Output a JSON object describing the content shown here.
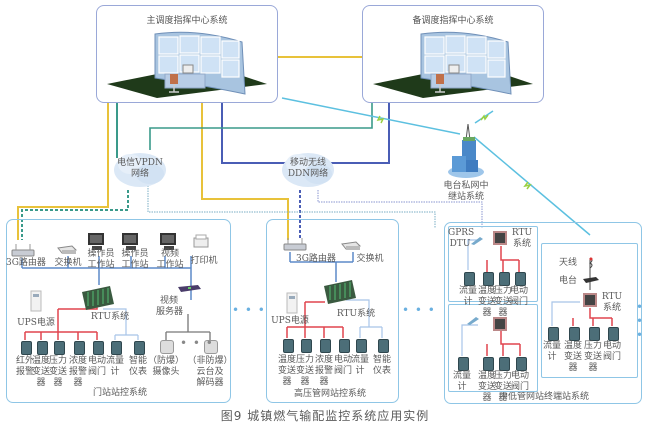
{
  "caption": "图9  城镇燃气输配监控系统应用实例",
  "centers": {
    "main": "主调度指挥中心系统",
    "backup": "备调度指挥中心系统"
  },
  "networks": {
    "vpdn": [
      "电信VPDN",
      "网络"
    ],
    "ddn": [
      "移动无线",
      "DDN网络"
    ],
    "relay": [
      "电台私网中",
      "继站系统"
    ]
  },
  "gate_station": {
    "title": "门站站控系统",
    "router": "3G路由器",
    "switch": "交换机",
    "ws1": [
      "操作员",
      "工作站"
    ],
    "ws2": [
      "操作员",
      "工作站"
    ],
    "ws3": [
      "视频",
      "工作站"
    ],
    "printer": "打印机",
    "ups": "UPS电源",
    "rtu": "RTU系统",
    "video_server": [
      "视频",
      "服务器"
    ],
    "devices": [
      [
        "红外",
        "报警"
      ],
      [
        "温度",
        "变送",
        "器"
      ],
      [
        "压力",
        "变送",
        "器"
      ],
      [
        "浓度",
        "报警",
        "器"
      ],
      [
        "电动",
        "阀门"
      ],
      [
        "流量",
        "计"
      ],
      [
        "智能",
        "仪表"
      ]
    ],
    "cameras": [
      [
        "（防爆）",
        "摄像头"
      ],
      [
        "（非防爆）",
        "云台及",
        "解码器"
      ]
    ]
  },
  "hp_station": {
    "title": "高压管网站控系统",
    "router": "3G路由器",
    "switch": "交换机",
    "ups": "UPS电源",
    "rtu": "RTU系统",
    "devices": [
      [
        "温度",
        "变送",
        "器"
      ],
      [
        "压力",
        "变送",
        "器"
      ],
      [
        "浓度",
        "报警",
        "器"
      ],
      [
        "电动",
        "阀门"
      ],
      [
        "流量",
        "计"
      ],
      [
        "智能",
        "仪表"
      ]
    ]
  },
  "terminal": {
    "title": "中低管网站终端站系统",
    "gprs": [
      "GPRS",
      "DTU"
    ],
    "rtu": [
      "RTU",
      "系统"
    ],
    "devices_a": [
      [
        "流量",
        "计"
      ],
      [
        "温度",
        "变送",
        "器"
      ],
      [
        "压力",
        "变送",
        "器"
      ],
      [
        "电动",
        "阀门"
      ]
    ],
    "devices_b": [
      [
        "流量",
        "计"
      ],
      [
        "温度",
        "变送",
        "器"
      ],
      [
        "压力",
        "变送",
        "器"
      ],
      [
        "电动",
        "阀门"
      ]
    ],
    "radio_unit": {
      "antenna": "天线",
      "radio": "电台",
      "rtu": [
        "RTU",
        "系统"
      ],
      "devices": [
        [
          "流量",
          "计"
        ],
        [
          "温度",
          "变送",
          "器"
        ],
        [
          "压力",
          "变送",
          "器"
        ],
        [
          "电动",
          "阀门"
        ]
      ]
    }
  },
  "ellipsis": "• • •",
  "colors": {
    "yellow_link": "#e8c23a",
    "blue_link": "#4a5db5",
    "teal_link": "#3a9a8a",
    "wireless": "#5cc0e0",
    "red_bus": "#e0454f",
    "lan_bus": "#5d8ac8",
    "box_border": "#8fc6e6"
  }
}
